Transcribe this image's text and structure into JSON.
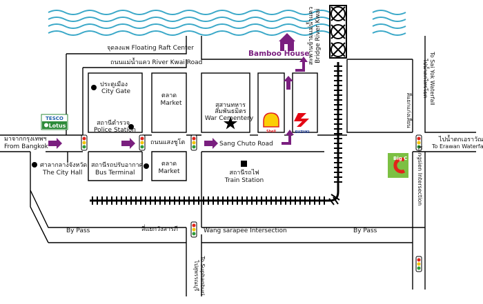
{
  "labels": {
    "floating_raft": "จุดลงแพ Floating Raft Center",
    "river_kwai_road": "ถนนแม่น้ำแคว River Kwai Road",
    "bridge": "สะพานข้ามแม่น้ำแคว",
    "bridge_en": "Bridge River Kwai",
    "bamboo_house": "Bamboo House",
    "city_gate_th": "ประตูเมือง",
    "city_gate_en": "City Gate",
    "market_th": "ตลาด",
    "market_en": "Market",
    "war_cemetery_th1": "สุสานทหาร",
    "war_cemetery_th2": "สัมพันธมิตร",
    "war_cemetery_en": "War Cementery",
    "police_th": "สถานีตำรวจ",
    "police_en": "Police Station",
    "sang_chuto_th": "ถนนแสงชูโต",
    "sang_chuto_en": "Sang Chuto Road",
    "from_bangkok_th": "มาจากกรุงเทพฯ",
    "from_bangkok_en": "From Bangkok",
    "city_hall_th": "ศาลากลางจังหวัด",
    "city_hall_en": "The City Hall",
    "bus_terminal_th": "สถานีรถปรับอากาศ",
    "bus_terminal_en": "Bus Terminal",
    "market2_th": "ตลาด",
    "market2_en": "Market",
    "train_station_th": "สถานีรถไฟ",
    "train_station_en": "Train Station",
    "sai_yok_th": "ไปน้ำตกไทรโยค",
    "sai_yok_en": "To Sai Yok Waterfall",
    "kangsien_th": "สี่แยกแก่งเสี้ยน",
    "kangsien_en": "Kangsien Intersection",
    "erawan_th": "ไปน้ำตกเอราวัณ",
    "erawan_en": "To Erawan Waterfall",
    "bypass_left": "By Pass",
    "bypass_right": "By Pass",
    "wangsarapee_th": "สี่แยกวังสารภี",
    "wangsarapee_en": "Wang sarapee Intersection",
    "suphanburi_th": "ไปสุพรรณบุรี",
    "suphanburi_en": "To Suphanburi",
    "tesco_top": "TESCO",
    "tesco_bottom": "Lotus",
    "bigc": "Big C",
    "shell": "Shell",
    "suzuki": "SUZUKI"
  },
  "colors": {
    "river": "#3aa8c8",
    "road": "#000000",
    "rail": "#000000",
    "arrow": "#7a1f7f",
    "bamboo": "#7a1f7f",
    "tesco": "#1d5fa8",
    "lotus_green": "#2e8b3a",
    "bigc_green": "#7cc043",
    "bigc_red": "#e2231a",
    "shell_red": "#dd1d21",
    "shell_yellow": "#fbce07",
    "suzuki_blue": "#1f3f9c",
    "suzuki_red": "#e30613"
  }
}
